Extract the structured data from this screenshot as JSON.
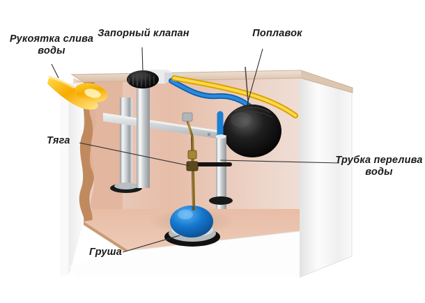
{
  "diagram": {
    "subject": "Cutaway diagram of a toilet flush tank",
    "background_color": "#ffffff",
    "tank": {
      "exterior_color": "#f2f2f2",
      "interior_color": "#e8c3ae",
      "rim_color": "#dcc3ad",
      "cut_edge_color": "#b98b63",
      "floor_color": "#e9bfa8"
    },
    "parts_colors": {
      "handle": "#f5b301",
      "handle_highlight": "#ffe98a",
      "valve_cap": "#161616",
      "chrome": "#c9cbcd",
      "hose_blue": "#1b7fd4",
      "hose_yellow": "#f2c200",
      "float_ball": "#111111",
      "linkage_brass": "#8a6a22",
      "flapper_blue": "#1577cf",
      "seat_black": "#141414",
      "leader_line": "#3a3a3a"
    }
  },
  "labels": {
    "handle": {
      "text": "Рукоятка слива\nводы",
      "name": "label-flush-handle"
    },
    "shutoff_valve": {
      "text": "Запорный клапан",
      "name": "label-shutoff-valve"
    },
    "float": {
      "text": "Поплавок",
      "name": "label-float"
    },
    "rod": {
      "text": "Тяга",
      "name": "label-rod"
    },
    "overflow_tube": {
      "text": "Трубка перелива\nводы",
      "name": "label-overflow-tube"
    },
    "flapper": {
      "text": "Груша",
      "name": "label-flapper"
    }
  }
}
